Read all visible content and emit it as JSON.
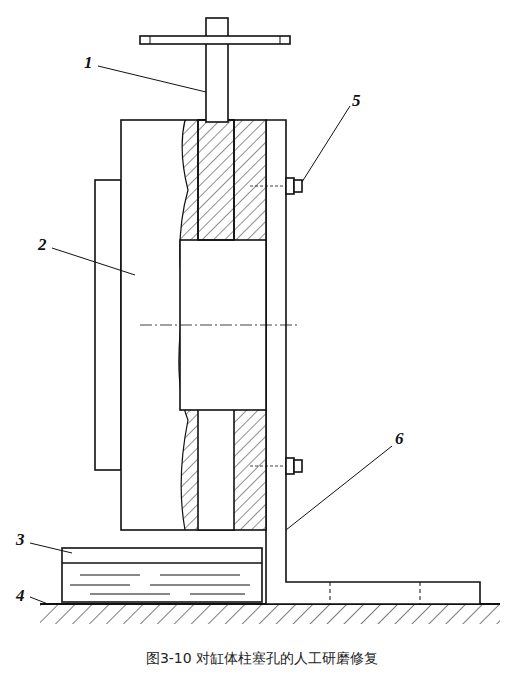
{
  "diagram": {
    "caption": "图3-10 对缸体柱塞孔的人工研磨修复",
    "labels": [
      "1",
      "2",
      "3",
      "4",
      "5",
      "6"
    ]
  }
}
